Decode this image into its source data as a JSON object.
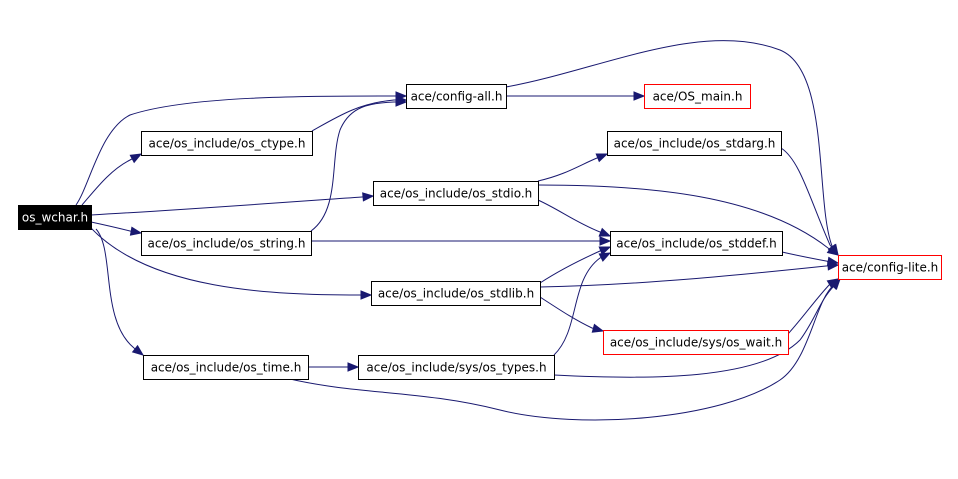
{
  "colors": {
    "edge": "#191970",
    "node_border": "#000000",
    "external_border": "#ff0000",
    "root_fill": "#000000",
    "root_text": "#ffffff",
    "node_fill": "#ffffff",
    "node_text": "#000000"
  },
  "nodes": [
    {
      "id": "os_wchar",
      "label": "os_wchar.h",
      "kind": "root"
    },
    {
      "id": "config_all",
      "label": "ace/config-all.h",
      "kind": "normal"
    },
    {
      "id": "os_main",
      "label": "ace/OS_main.h",
      "kind": "external"
    },
    {
      "id": "os_ctype",
      "label": "ace/os_include/os_ctype.h",
      "kind": "normal"
    },
    {
      "id": "os_stdarg",
      "label": "ace/os_include/os_stdarg.h",
      "kind": "normal"
    },
    {
      "id": "os_stdio",
      "label": "ace/os_include/os_stdio.h",
      "kind": "normal"
    },
    {
      "id": "os_string",
      "label": "ace/os_include/os_string.h",
      "kind": "normal"
    },
    {
      "id": "os_stddef",
      "label": "ace/os_include/os_stddef.h",
      "kind": "normal"
    },
    {
      "id": "config_lite",
      "label": "ace/config-lite.h",
      "kind": "external"
    },
    {
      "id": "os_stdlib",
      "label": "ace/os_include/os_stdlib.h",
      "kind": "normal"
    },
    {
      "id": "os_wait",
      "label": "ace/os_include/sys/os_wait.h",
      "kind": "external"
    },
    {
      "id": "os_time",
      "label": "ace/os_include/os_time.h",
      "kind": "normal"
    },
    {
      "id": "os_types",
      "label": "ace/os_include/sys/os_types.h",
      "kind": "normal"
    }
  ],
  "edges": [
    {
      "from": "os_wchar",
      "to": "config_all"
    },
    {
      "from": "os_wchar",
      "to": "os_ctype"
    },
    {
      "from": "os_wchar",
      "to": "os_stdio"
    },
    {
      "from": "os_wchar",
      "to": "os_string"
    },
    {
      "from": "os_wchar",
      "to": "os_stdlib"
    },
    {
      "from": "os_wchar",
      "to": "os_time"
    },
    {
      "from": "config_all",
      "to": "os_main"
    },
    {
      "from": "config_all",
      "to": "config_lite"
    },
    {
      "from": "os_ctype",
      "to": "config_all"
    },
    {
      "from": "os_stdio",
      "to": "os_stdarg"
    },
    {
      "from": "os_stdio",
      "to": "os_stddef"
    },
    {
      "from": "os_stdio",
      "to": "config_lite"
    },
    {
      "from": "os_stdarg",
      "to": "config_lite"
    },
    {
      "from": "os_string",
      "to": "config_all"
    },
    {
      "from": "os_string",
      "to": "os_stddef"
    },
    {
      "from": "os_stddef",
      "to": "config_lite"
    },
    {
      "from": "os_stdlib",
      "to": "os_stddef"
    },
    {
      "from": "os_stdlib",
      "to": "config_lite"
    },
    {
      "from": "os_stdlib",
      "to": "os_wait"
    },
    {
      "from": "os_wait",
      "to": "config_lite"
    },
    {
      "from": "os_time",
      "to": "os_types"
    },
    {
      "from": "os_time",
      "to": "config_lite"
    },
    {
      "from": "os_types",
      "to": "os_stddef"
    },
    {
      "from": "os_types",
      "to": "config_lite"
    }
  ]
}
